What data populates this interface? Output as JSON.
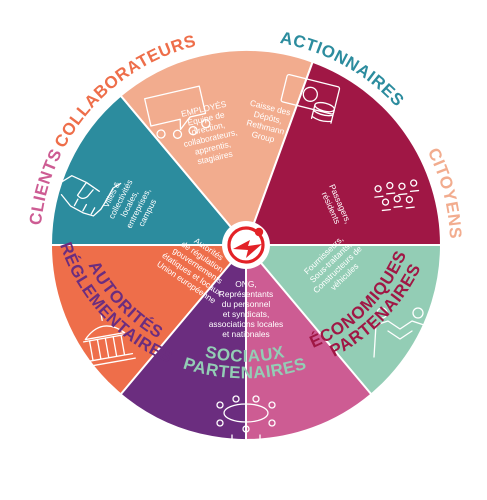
{
  "center_logo": {
    "name": "logo-icon"
  },
  "segments": [
    {
      "id": "collaborateurs",
      "label": "COLLABORATEURS",
      "color": "#EE6E4A",
      "label_color": "#EE6E4A",
      "icon": "meeting-people-icon",
      "description_lines": [
        "EMPLOYÉS",
        "Équipe de",
        "direction,",
        "collaborateurs,",
        "apprentis,",
        "stagiaires"
      ]
    },
    {
      "id": "actionnaires",
      "label": "ACTIONNAIRES",
      "color": "#2C8C9E",
      "label_color": "#2C8C9E",
      "icon": "money-coins-icon",
      "description_lines": [
        "Caisse des",
        "Dépôts,",
        "Rethmann",
        "Group"
      ]
    },
    {
      "id": "citoyens",
      "label": "CITOYENS",
      "color": "#F2AC8E",
      "label_color": "#F2AC8E",
      "icon": "passengers-crowd-icon",
      "description_lines": [
        "Passagers,",
        "résidents"
      ]
    },
    {
      "id": "partenaires-economiques",
      "label_lines": [
        "PARTENAIRES",
        "ÉCONOMIQUES"
      ],
      "color": "#A01745",
      "label_color": "#A01745",
      "icon": "handshake-people-icon",
      "description_lines": [
        "Fournisseurs,",
        "Sous-traitants,",
        "Constructeurs de",
        "véhicules"
      ]
    },
    {
      "id": "partenaires-sociaux",
      "label_lines": [
        "PARTENAIRES",
        "SOCIAUX"
      ],
      "color": "#93CDB5",
      "label_color": "#93CDB5",
      "icon": "round-table-icon",
      "description_lines": [
        "ONG,",
        "Représentants",
        "du personnel",
        "et syndicats,",
        "associations locales",
        "et nationales"
      ]
    },
    {
      "id": "autorites-reglementaires",
      "label_lines": [
        "AUTORITÉS",
        "RÉGLEMENTAIRES"
      ],
      "color": "#6B2D7F",
      "label_color": "#6B2D7F",
      "icon": "government-building-icon",
      "description_lines": [
        "Autorités",
        "de régulation,",
        "gouvernements",
        "étatiques et locaux",
        "Union européenne"
      ]
    },
    {
      "id": "clients",
      "label": "CLIENTS",
      "color": "#CD5C93",
      "label_color": "#CD5C93",
      "icon": "handshake-icon",
      "description_lines": [
        "Villes &",
        "collectivités",
        "locales,",
        "entreprises,",
        "campus"
      ]
    }
  ]
}
